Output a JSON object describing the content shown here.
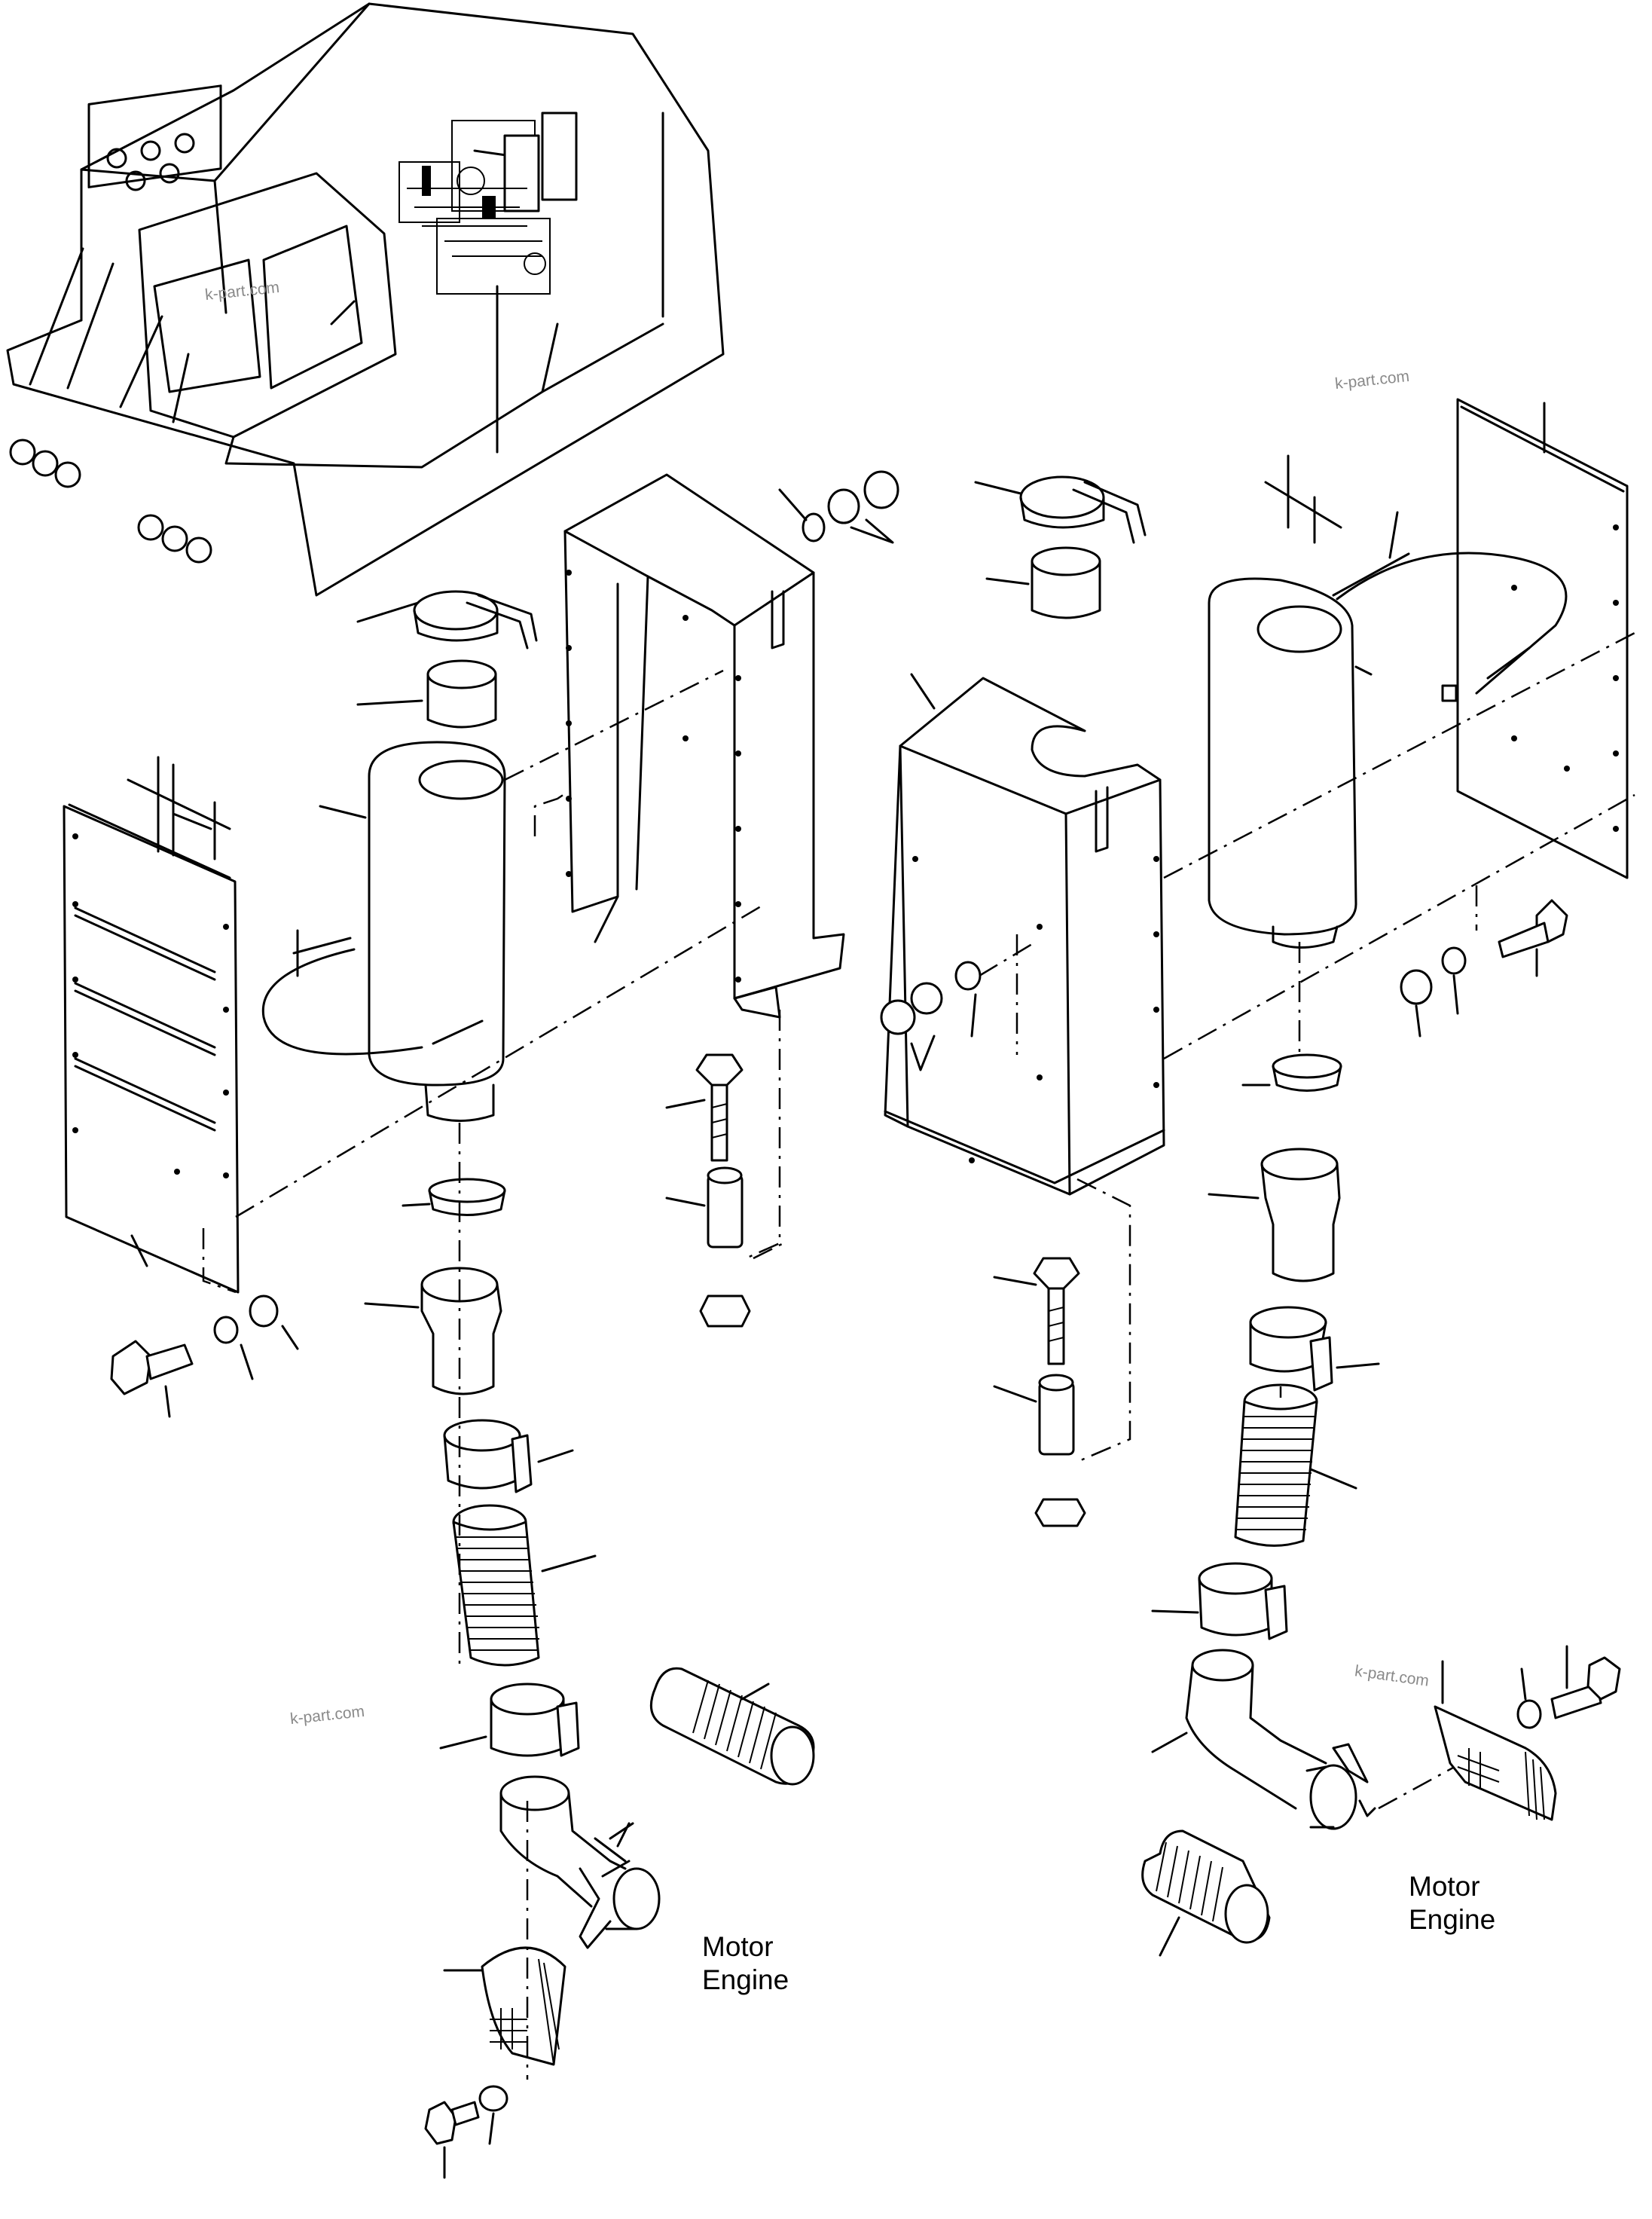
{
  "labels": {
    "left_motor": "Motor",
    "left_engine": "Engine",
    "right_motor": "Motor",
    "right_engine": "Engine"
  },
  "watermarks": [
    "k-part.com",
    "k-part.com",
    "k-part.com",
    "k-part.com"
  ],
  "colors": {
    "line": "#000000",
    "background": "#ffffff",
    "watermark": "#8a8a8a"
  }
}
